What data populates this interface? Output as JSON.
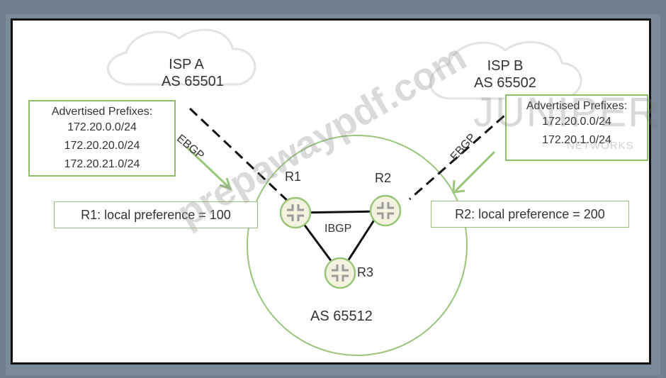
{
  "isp_a": {
    "name": "ISP A",
    "as": "AS 65501"
  },
  "isp_b": {
    "name": "ISP B",
    "as": "AS 65502"
  },
  "prefix_box_a": {
    "title": "Advertised Prefixes:",
    "prefixes": [
      "172.20.0.0/24",
      "172.20.20.0/24",
      "172.20.21.0/24"
    ]
  },
  "prefix_box_b": {
    "title": "Advertised Prefixes:",
    "prefixes": [
      "172.20.0.0/24",
      "172.20.1.0/24"
    ]
  },
  "links": {
    "ebgp_a": "EBGP",
    "ebgp_b": "EBGP",
    "ibgp": "IBGP"
  },
  "routers": {
    "r1": "R1",
    "r2": "R2",
    "r3": "R3"
  },
  "local_as": "AS 65512",
  "local_pref": {
    "r1": "R1: local preference = 100",
    "r2": "R2: local preference = 200"
  },
  "watermark": {
    "site": "prepawaypdf.com",
    "brand": "JUNIPER",
    "brand_sub": "NETWORKS"
  },
  "colors": {
    "green": "#8fbf6a",
    "router_fill": "#f2f2df",
    "dark": "#111111"
  }
}
